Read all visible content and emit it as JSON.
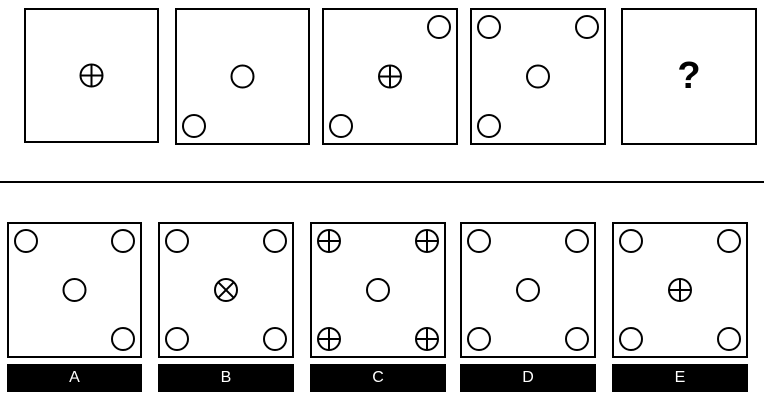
{
  "question": {
    "panels": [
      {
        "id": "q1",
        "center": "plus",
        "corners": []
      },
      {
        "id": "q2",
        "center": "empty",
        "corners": [
          "bl"
        ]
      },
      {
        "id": "q3",
        "center": "plus",
        "corners": [
          "bl",
          "tr"
        ]
      },
      {
        "id": "q4",
        "center": "empty",
        "corners": [
          "bl",
          "tl",
          "tr"
        ]
      },
      {
        "id": "q5",
        "question_mark": "?"
      }
    ]
  },
  "options": [
    {
      "label": "A",
      "center": "empty",
      "corners": [
        "tl",
        "tr",
        "br"
      ],
      "corner_style": "empty"
    },
    {
      "label": "B",
      "center": "cross",
      "corners": [
        "tl",
        "tr",
        "bl",
        "br"
      ],
      "corner_style": "empty"
    },
    {
      "label": "C",
      "center": "empty",
      "corners": [
        "tl",
        "tr",
        "bl",
        "br"
      ],
      "corner_style": "plus"
    },
    {
      "label": "D",
      "center": "empty",
      "corners": [
        "tl",
        "tr",
        "bl",
        "br"
      ],
      "corner_style": "empty"
    },
    {
      "label": "E",
      "center": "plus",
      "corners": [
        "tl",
        "tr",
        "bl",
        "br"
      ],
      "corner_style": "empty"
    }
  ],
  "colors": {
    "stroke": "#000000",
    "label_bg": "#000000",
    "label_text": "#ffffff"
  }
}
